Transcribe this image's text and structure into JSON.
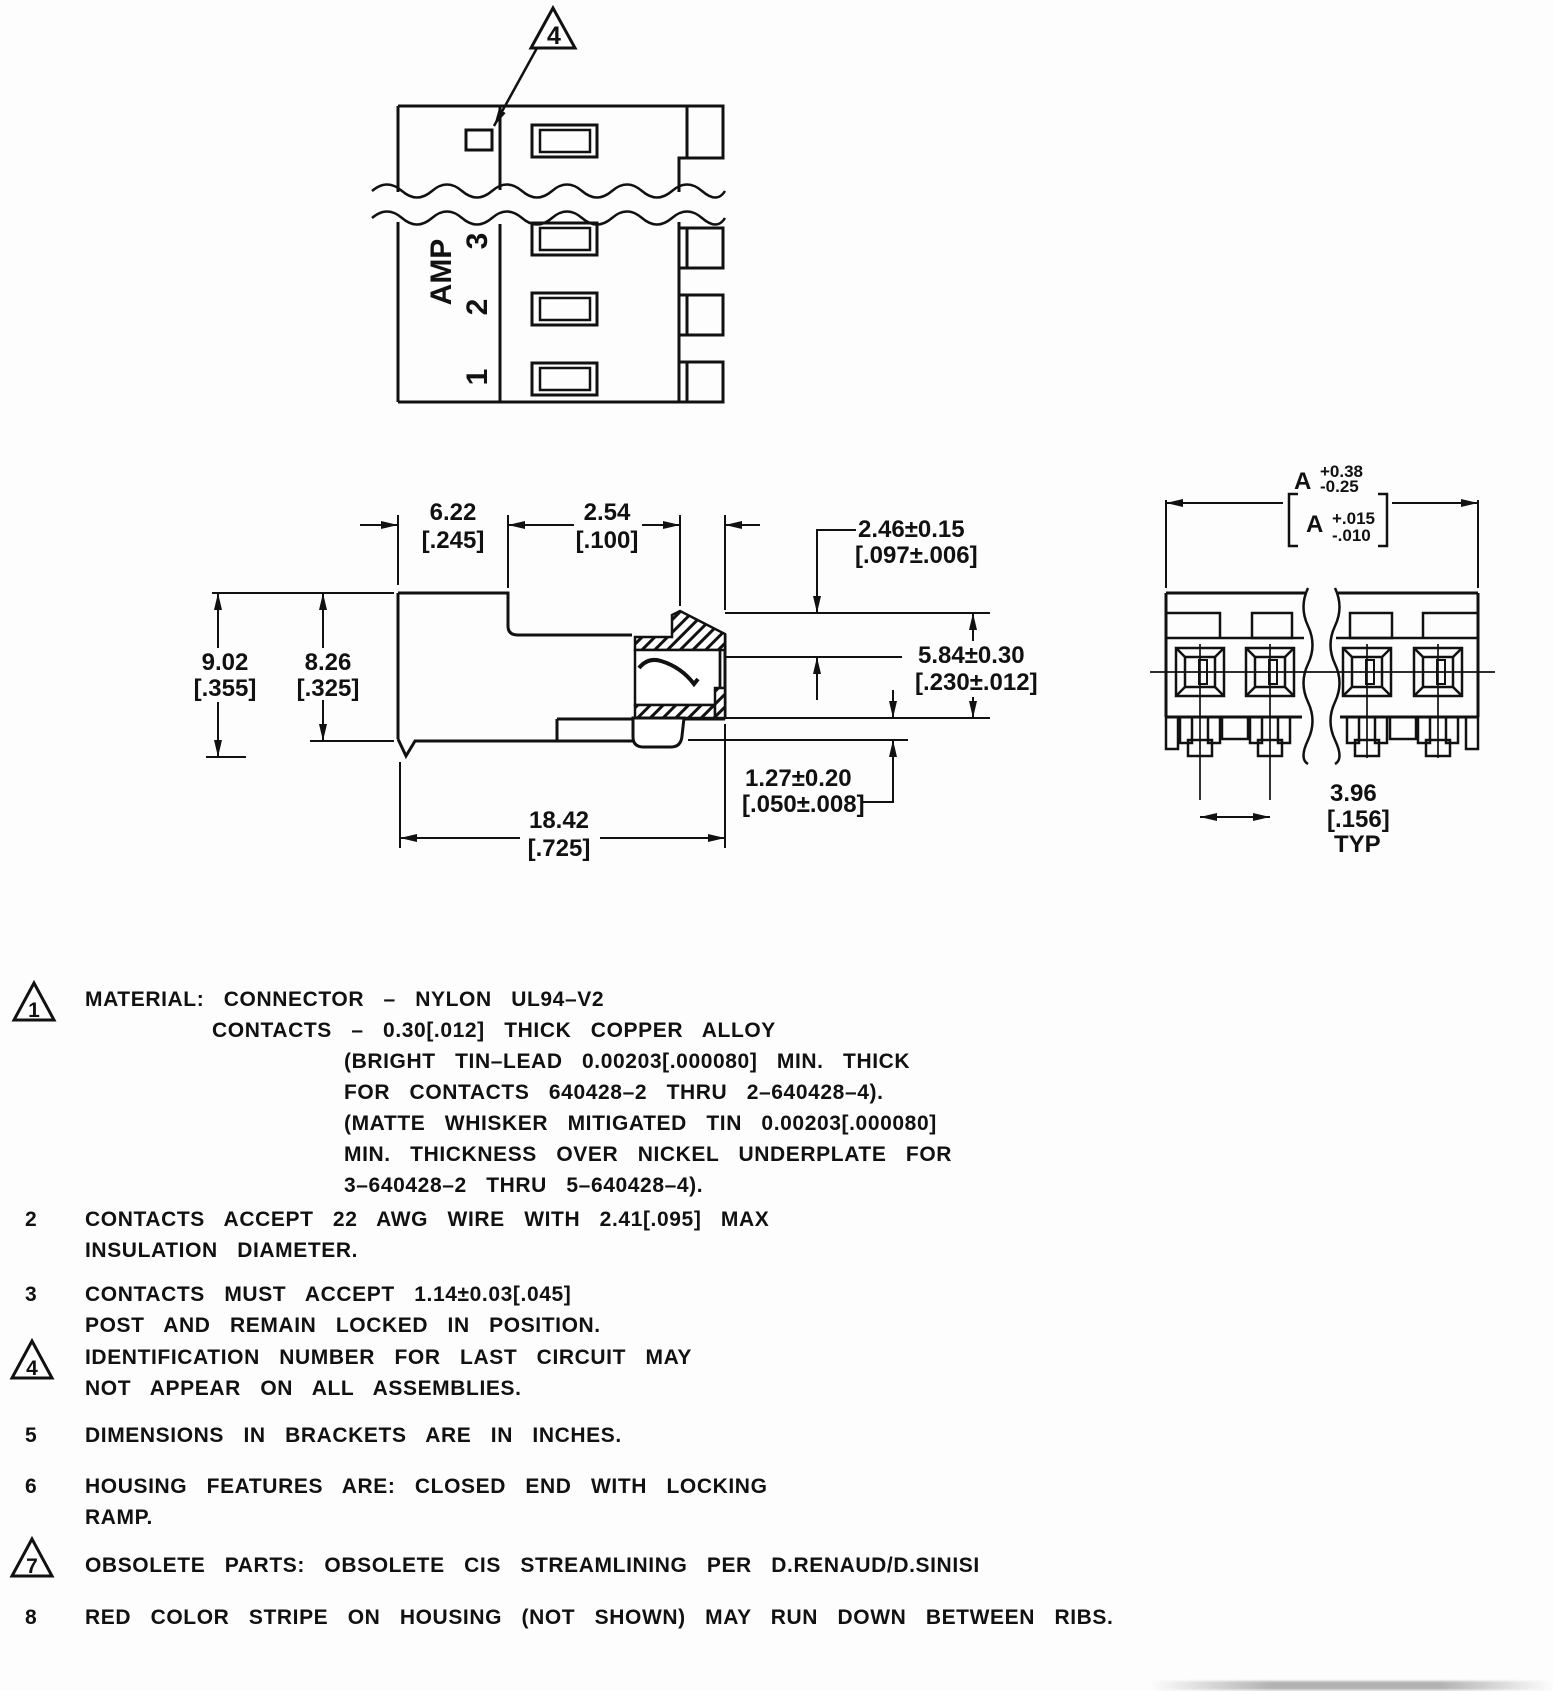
{
  "top_view": {
    "brand": "AMP",
    "circuit_1": "1",
    "circuit_2": "2",
    "circuit_3": "3",
    "flag": "4"
  },
  "side_view": {
    "d622_mm": "6.22",
    "d622_in": "[.245]",
    "d254_mm": "2.54",
    "d254_in": "[.100]",
    "d246_mm": "2.46±0.15",
    "d246_in": "[.097±.006]",
    "d902_mm": "9.02",
    "d902_in": "[.355]",
    "d826_mm": "8.26",
    "d826_in": "[.325]",
    "d584_mm": "5.84±0.30",
    "d584_in": "[.230±.012]",
    "d127_mm": "1.27±0.20",
    "d127_in": "[.050±.008]",
    "d1842_mm": "18.42",
    "d1842_in": "[.725]"
  },
  "front_view": {
    "a_label": "A",
    "a_plus_mm": "+0.38",
    "a_minus_mm": "-0.25",
    "a_label2": "A",
    "a_plus_in": "+.015",
    "a_minus_in": "-.010",
    "pitch_mm": "3.96",
    "pitch_in": "[.156]",
    "pitch_typ": "TYP"
  },
  "notes": {
    "n1": {
      "num": "1",
      "l1": "MATERIAL: CONNECTOR – NYLON UL94–V2",
      "l2": "CONTACTS – 0.30[.012] THICK COPPER ALLOY",
      "l3": "(BRIGHT TIN–LEAD 0.00203[.000080] MIN. THICK",
      "l4": "FOR CONTACTS 640428–2 THRU 2–640428–4).",
      "l5": "(MATTE WHISKER MITIGATED TIN 0.00203[.000080]",
      "l6": "MIN. THICKNESS OVER NICKEL UNDERPLATE FOR",
      "l7": "3–640428–2 THRU 5–640428–4)."
    },
    "n2": {
      "num": "2",
      "l1": "CONTACTS ACCEPT 22 AWG WIRE WITH 2.41[.095] MAX",
      "l2": "INSULATION DIAMETER."
    },
    "n3": {
      "num": "3",
      "l1": "CONTACTS MUST ACCEPT 1.14±0.03[.045]",
      "l2": "POST AND REMAIN LOCKED IN POSITION."
    },
    "n4": {
      "num": "4",
      "l1": "IDENTIFICATION NUMBER FOR LAST CIRCUIT MAY",
      "l2": "NOT APPEAR ON ALL ASSEMBLIES."
    },
    "n5": {
      "num": "5",
      "l1": "DIMENSIONS IN BRACKETS ARE IN INCHES."
    },
    "n6": {
      "num": "6",
      "l1": "HOUSING FEATURES ARE: CLOSED END WITH LOCKING",
      "l2": "RAMP."
    },
    "n7": {
      "num": "7",
      "l1": "OBSOLETE PARTS: OBSOLETE CIS STREAMLINING PER D.RENAUD/D.SINISI"
    },
    "n8": {
      "num": "8",
      "l1": "RED COLOR STRIPE ON HOUSING (NOT SHOWN) MAY RUN DOWN BETWEEN RIBS."
    }
  }
}
